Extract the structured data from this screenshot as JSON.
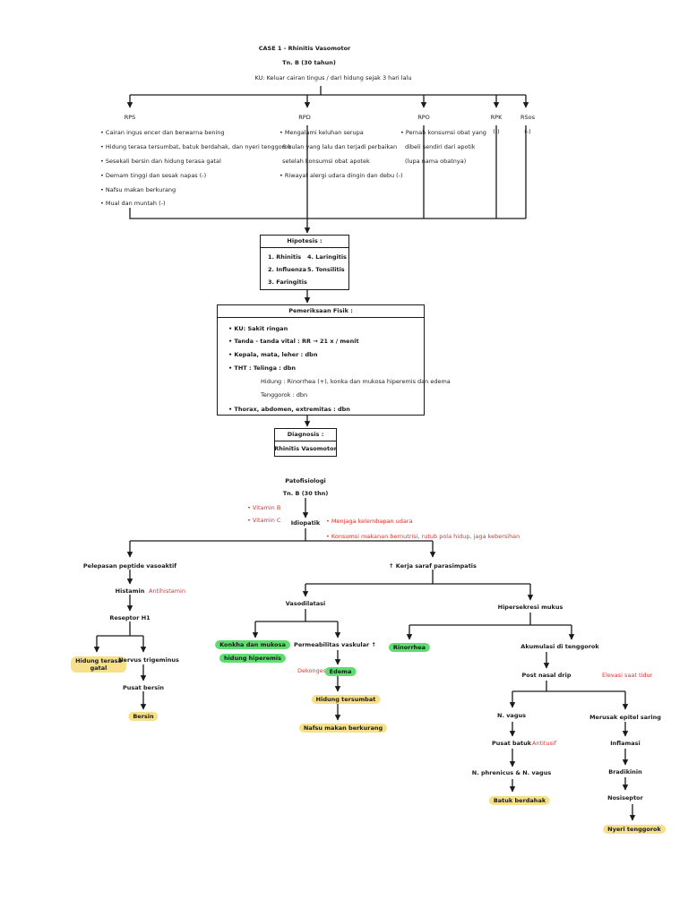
{
  "header": {
    "case": "CASE 1 - Rhinitis Vasomotor",
    "patient": "Tn. B (30 tahun)",
    "ku": "KU:   Keluar cairan tingus / dari hidung sejak 3 hari lalu"
  },
  "sections": {
    "rps": {
      "title": "RPS",
      "items": [
        "• Cairan ingus encer dan berwarna bening",
        "• Hidung terasa tersumbat, batuk berdahak, dan nyeri tenggorok",
        "• Sesekali bersin dan hidung terasa gatal",
        "• Demam tinggi dan sesak napas (-)",
        "• Nafsu makan berkurang",
        "• Mual dan muntah (-)"
      ]
    },
    "rpd": {
      "title": "RPD",
      "items": [
        "• Mengalami keluhan serupa",
        "6 bulan yang lalu dan terjadi perbaikan",
        "setelah konsumsi obat apotek",
        "• Riwayat alergi udara dingin dan debu (-)"
      ]
    },
    "rpo": {
      "title": "RPO",
      "items": [
        "• Pernah konsumsi obat yang",
        "dibeli sendiri dari apotik",
        "(lupa nama obatnya)"
      ]
    },
    "rpk": {
      "title": "RPK",
      "value": "(-)"
    },
    "rsos": {
      "title": "RSos",
      "value": "(-)"
    }
  },
  "hipotesis": {
    "title": "Hipotesis :",
    "items": [
      "1.  Rhinitis",
      "4.  Laringitis",
      "2.  Influenza",
      "5.  Tonsilitis",
      "3.  Faringitis"
    ]
  },
  "pemeriksaan": {
    "title": "Pemeriksaan Fisik :",
    "items": [
      "• KU: Sakit ringan",
      "• Tanda - tanda vital :  RR → 21 x / menit",
      "• Kepala, mata, leher :  dbn",
      "• THT :    Telinga  : dbn",
      "Hidung :  Rinorrhea (+), konka dan mukosa hiperemis dan edema",
      "Tenggorok : dbn",
      "• Thorax, abdomen, extremitas :  dbn"
    ]
  },
  "diagnosis": {
    "title": "Diagnosis :",
    "value": "Rhinitis Vasomotor"
  },
  "patofisiologi": {
    "title": "Patofisiologi",
    "patient": "Tn. B (30 thn)",
    "vit_b": "• Vitamin B",
    "vit_c": "• Vitamin C",
    "idiopatik": "Idiopatik",
    "menjaga": "• Menjaga kelembapan udara",
    "konsumsi": "• Konsumsi makanan bernutrisi, rutub pola hidup, jaga kebersihan",
    "pelepasan": "Pelepasan peptide vasoaktif",
    "kerja_saraf": "↑ Kerja saraf parasimpatis",
    "histamin": "Histamin",
    "antihistamin": "Antihistamin",
    "reseptor": "Reseptor H1",
    "hidung_gatal_1": "Hidung terasa",
    "hidung_gatal_2": "gatal",
    "nervus_trigeminus": "Nervus trigeminus",
    "pusat_bersin": "Pusat bersin",
    "bersin": "Bersin",
    "vasodilatasi": "Vasodilatasi",
    "hipersekresi": "Hipersekresi mukus",
    "konka": "Konkha dan mukosa",
    "hidung_hiperemis": "hidung hiperemis",
    "permeabilitas": "Permeabilitas vaskular ↑",
    "dekongestan": "Dekongestan",
    "edema": "Edema",
    "hidung_tersumbat": "Hidung tersumbat",
    "nafsu_makan": "Nafsu makan berkurang",
    "rinorrhea": "Rinorrhea",
    "akumulasi": "Akumulasi di tenggorok",
    "post_nasal": "Post nasal drip",
    "elevasi": "Elevasi saat tidur",
    "n_vagus": "N. vagus",
    "merusak_epitel": "Merusak epitel saring",
    "pusat_batuk": "Pusat batuk",
    "antitusif": "Antitusif",
    "inflamasi": "Inflamasi",
    "n_phrenicus": "N. phrenicus  & N. vagus",
    "bradikinin": "Bradikinin",
    "batuk_berdahak": "Batuk berdahak",
    "nosiseptor": "Nosiseptor",
    "nyeri_tenggorok": "Nyeri tenggorok"
  },
  "colors": {
    "line": "#1a1a1a",
    "treatment": "#e0312b",
    "green_highlight": "#5fdc72",
    "yellow_highlight": "#f7e08a"
  }
}
